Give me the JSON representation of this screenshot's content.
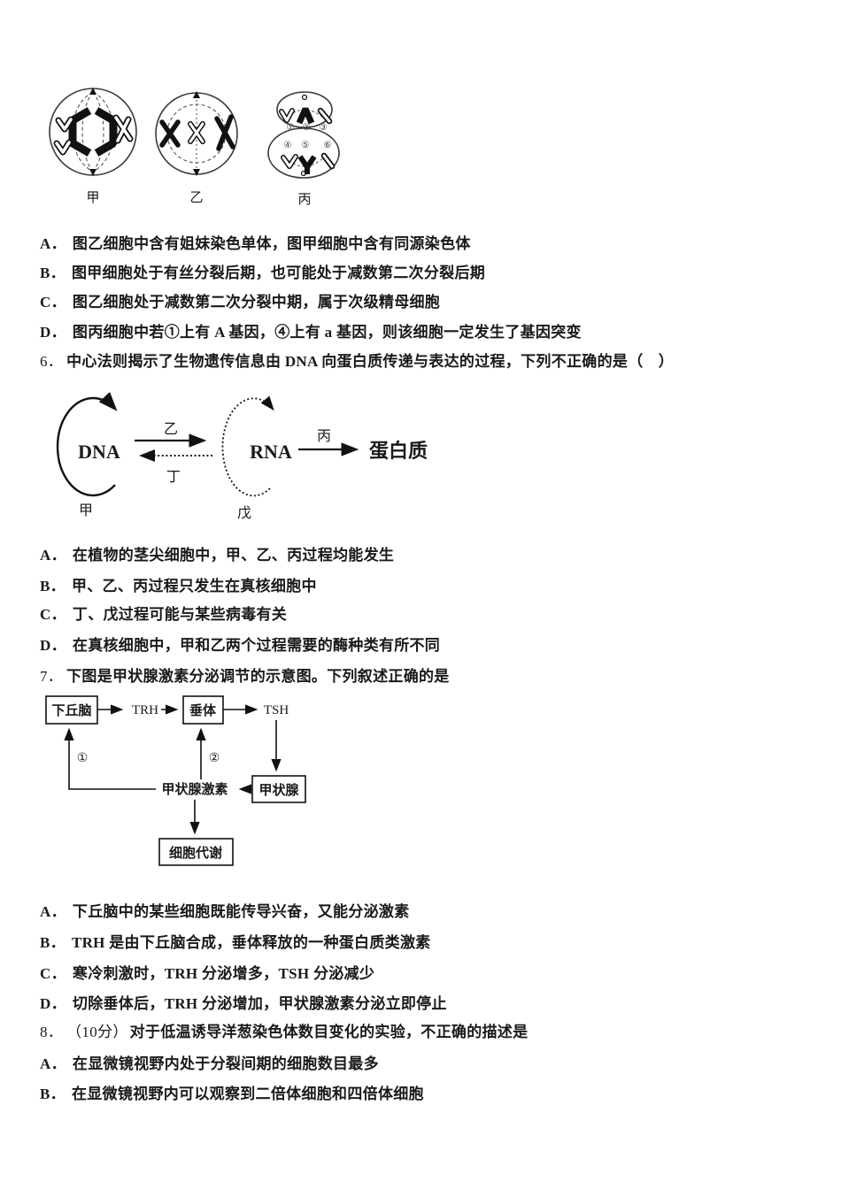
{
  "page": {
    "background": "#ffffff",
    "text_color": "#1a1a1a"
  },
  "q5": {
    "figure": {
      "cell_labels": [
        "甲",
        "乙",
        "丙"
      ],
      "chromosome_numbers_top": [
        "①",
        "②",
        "③"
      ],
      "chromosome_numbers_bottom": [
        "④",
        "⑤",
        "⑥"
      ]
    },
    "options": [
      {
        "label": "A．",
        "text": "图乙细胞中含有姐妹染色单体，图甲细胞中含有同源染色体"
      },
      {
        "label": "B．",
        "text": "图甲细胞处于有丝分裂后期，也可能处于减数第二次分裂后期"
      },
      {
        "label": "C．",
        "text": "图乙细胞处于减数第二次分裂中期，属于次级精母细胞"
      },
      {
        "label": "D．",
        "text": "图丙细胞中若①上有 A 基因，④上有 a 基因，则该细胞一定发生了基因突变"
      }
    ]
  },
  "q6": {
    "number": "6．",
    "stem": "中心法则揭示了生物遗传信息由 DNA 向蛋白质传递与表达的过程，下列不正确的是（　）",
    "diagram": {
      "dna": "DNA",
      "rna": "RNA",
      "protein": "蛋白质",
      "label_jia": "甲",
      "label_yi": "乙",
      "label_bing": "丙",
      "label_ding": "丁",
      "label_wu": "戊"
    },
    "options": [
      {
        "label": "A．",
        "text": "在植物的茎尖细胞中，甲、乙、丙过程均能发生"
      },
      {
        "label": "B．",
        "text": "甲、乙、丙过程只发生在真核细胞中"
      },
      {
        "label": "C．",
        "text": "丁、戊过程可能与某些病毒有关"
      },
      {
        "label": "D．",
        "text": "在真核细胞中，甲和乙两个过程需要的酶种类有所不同"
      }
    ]
  },
  "q7": {
    "number": "7．",
    "stem": "下图是甲状腺激素分泌调节的示意图。下列叙述正确的是",
    "flowchart": {
      "hypothalamus": "下丘脑",
      "trh": "TRH",
      "pituitary": "垂体",
      "tsh": "TSH",
      "thyroid": "甲状腺",
      "thyroid_hormone": "甲状腺激素",
      "cell_metabolism": "细胞代谢",
      "feedback1": "①",
      "feedback2": "②"
    },
    "options": [
      {
        "label": "A．",
        "text": "下丘脑中的某些细胞既能传导兴奋，又能分泌激素"
      },
      {
        "label": "B．",
        "text": "TRH 是由下丘脑合成，垂体释放的一种蛋白质类激素"
      },
      {
        "label": "C．",
        "text": "寒冷刺激时，TRH 分泌增多，TSH 分泌减少"
      },
      {
        "label": "D．",
        "text": "切除垂体后，TRH 分泌增加，甲状腺激素分泌立即停止"
      }
    ]
  },
  "q8": {
    "number": "8．",
    "points": "（10分）",
    "stem": "对于低温诱导洋葱染色体数目变化的实验，不正确的描述是",
    "options": [
      {
        "label": "A．",
        "text": "在显微镜视野内处于分裂间期的细胞数目最多"
      },
      {
        "label": "B．",
        "text": "在显微镜视野内可以观察到二倍体细胞和四倍体细胞"
      }
    ]
  }
}
